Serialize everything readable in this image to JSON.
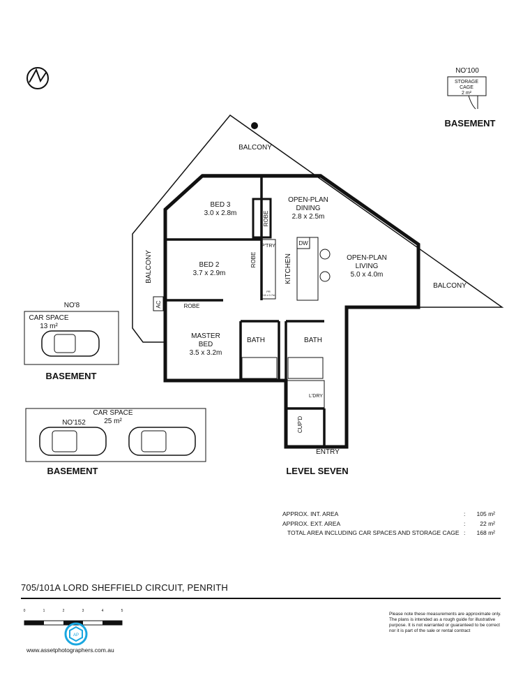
{
  "plan": {
    "level": "LEVEL SEVEN",
    "rooms": {
      "balcony_top": "BALCONY",
      "balcony_left": "BALCONY",
      "balcony_right": "BALCONY",
      "bed3": {
        "name": "BED 3",
        "size": "3.0 x 2.8m"
      },
      "bed2": {
        "name": "BED 2",
        "size": "3.7 x 2.9m"
      },
      "master": {
        "name1": "MASTER",
        "name2": "BED",
        "size": "3.5 x 3.2m"
      },
      "dining": {
        "name1": "OPEN-PLAN",
        "name2": "DINING",
        "size": "2.8 x 2.5m"
      },
      "living": {
        "name1": "OPEN-PLAN",
        "name2": "LIVING",
        "size": "5.0 x 4.0m"
      },
      "kitchen": "KITCHEN",
      "robe1": "ROBE",
      "robe2": "ROBE",
      "robe3": "ROBE",
      "pantry": "P'TRY",
      "dw": "DW",
      "pr": "PR",
      "pr_size": "0.8 x 0.7m",
      "ac": "AC",
      "bath1": "BATH",
      "bath2": "BATH",
      "laundry": "L'DRY",
      "cupd": "CUP'D",
      "entry": "ENTRY"
    }
  },
  "storage": {
    "number": "NO'100",
    "line1": "STORAGE",
    "line2": "CAGE",
    "area": "2 m²",
    "level": "BASEMENT"
  },
  "car8": {
    "number": "NO'8",
    "label": "CAR SPACE",
    "area": "13 m²",
    "level": "BASEMENT"
  },
  "car152": {
    "number": "NO'152",
    "label": "CAR SPACE",
    "area": "25 m²",
    "level": "BASEMENT"
  },
  "areas": [
    {
      "label": "APPROX. INT. AREA",
      "value": "105 m²"
    },
    {
      "label": "APPROX. EXT. AREA",
      "value": "22 m²"
    },
    {
      "label": "TOTAL AREA INCLUDING CAR SPACES AND STORAGE CAGE",
      "value": "168 m²"
    }
  ],
  "address": "705/101A LORD SHEFFIELD CIRCUIT, PENRITH",
  "scale": {
    "ticks": [
      "0",
      "1",
      "2",
      "3",
      "4",
      "5"
    ]
  },
  "logo_text": "AP",
  "website": "www.assetphotographers.com.au",
  "disclaimer": "Please note these measurements are approximate only. The plans is intended as a rough guide for illustrative purpose. It is not warranted or guaranteed to be correct nor it is part of the sale or rental contract",
  "colors": {
    "logo": "#1aa7e0",
    "ink": "#111111"
  }
}
